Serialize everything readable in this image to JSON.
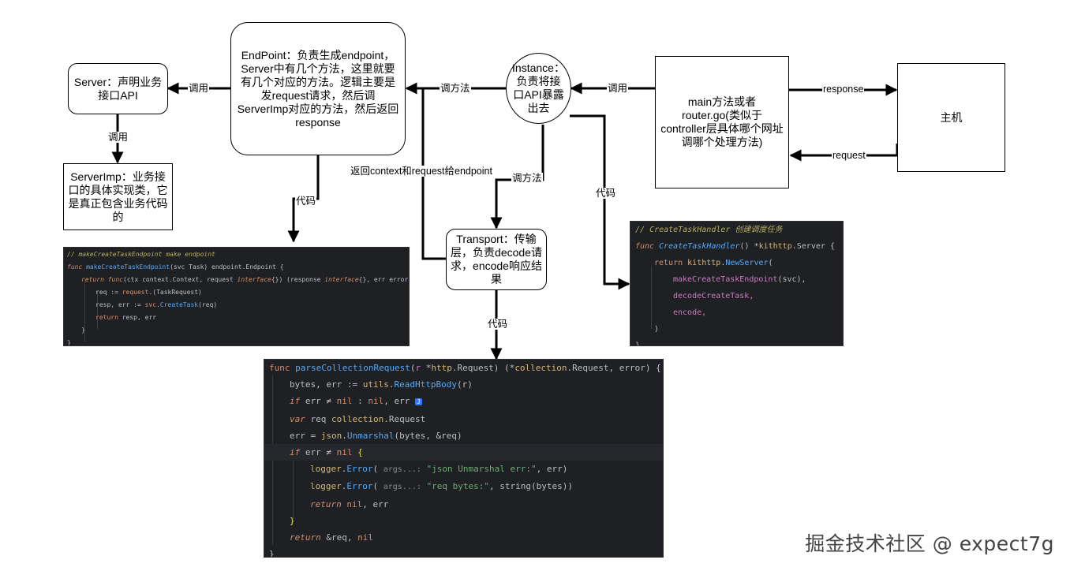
{
  "nodes": {
    "server": "Server：声明业务接口API",
    "server_imp": "ServerImp：业务接口的具体实现类，它是真正包含业务代码的",
    "endpoint": "EndPoint：负责生成endpoint，Server中有几个方法，这里就要有几个对应的方法。逻辑主要是发request请求，然后调ServerImp对应的方法，然后返回response",
    "instance": "Instance：负责将接口API暴露出去",
    "main": "main方法或者router.go(类似于controller层具体哪个网址调哪个处理方法)",
    "host": "主机",
    "transport": "Transport：传输层，负责decode请求，encode响应结果"
  },
  "edge_labels": {
    "call_1": "调用",
    "call_2": "调用",
    "call_3": "调用",
    "call_method_1": "调方法",
    "call_method_2": "调方法",
    "response": "response",
    "request": "request",
    "return_context": "返回context和request给endpoint",
    "code_1": "代码",
    "code_2": "代码",
    "code_3": "代码"
  },
  "code_endpoint": [
    "// makeCreateTaskEndpoint make endpoint",
    "func makeCreateTaskEndpoint(svc Task) endpoint.Endpoint {",
    "return func(ctx context.Context, request interface{}) (response interface{}, err error) {",
    "req := request.(TaskRequest)",
    "resp, err := svc.CreateTask(req)",
    "return resp, err",
    "}",
    "}"
  ],
  "code_handler": [
    "// CreateTaskHandler 创建调度任务",
    "func CreateTaskHandler() *kithttp.Server {",
    "return kithttp.NewServer(",
    "makeCreateTaskEndpoint(svc),",
    "decodeCreateTask,",
    "encode,",
    ")",
    "}"
  ],
  "code_parse": [
    "func parseCollectionRequest(r *http.Request) (*collection.Request, error) {",
    "bytes, err := utils.ReadHttpBody(r)",
    "if err ≠ nil : nil, err",
    "var req collection.Request",
    "err = json.Unmarshal(bytes, &req)",
    "if err ≠ nil {",
    "logger.Error( args...: \"json Unmarshal err:\", err)",
    "logger.Error( args...: \"req bytes:\", string(bytes))",
    "return nil, err",
    "}",
    "return &req, nil",
    "}"
  ],
  "watermark": "掘金技术社区 @ expect7g"
}
